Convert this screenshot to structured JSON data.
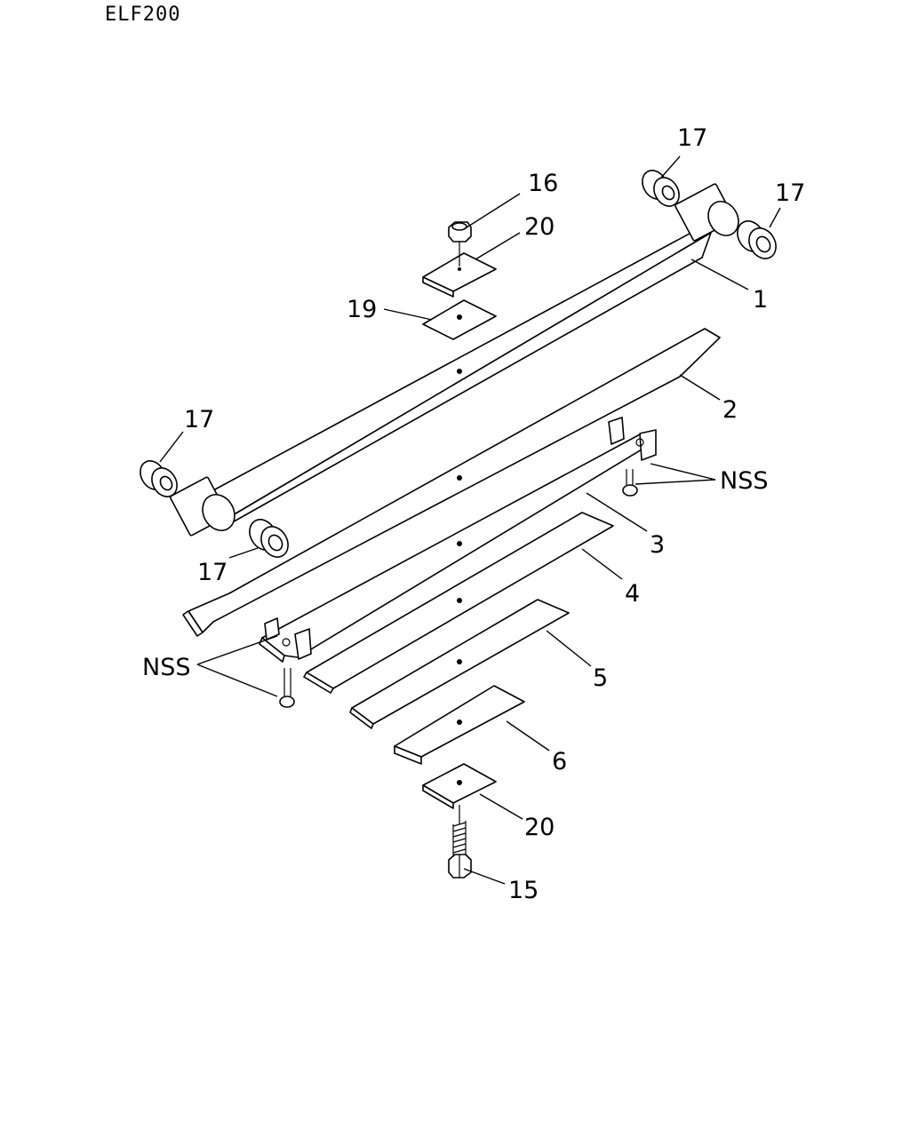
{
  "header": {
    "model": "ELF200"
  },
  "callouts": {
    "c1": "1",
    "c2": "2",
    "c3": "3",
    "c4": "4",
    "c5": "5",
    "c6": "6",
    "c15": "15",
    "c16": "16",
    "c17": "17",
    "c19": "19",
    "c20": "20",
    "nss": "NSS"
  },
  "colors": {
    "line": "#000000",
    "background": "#ffffff"
  }
}
